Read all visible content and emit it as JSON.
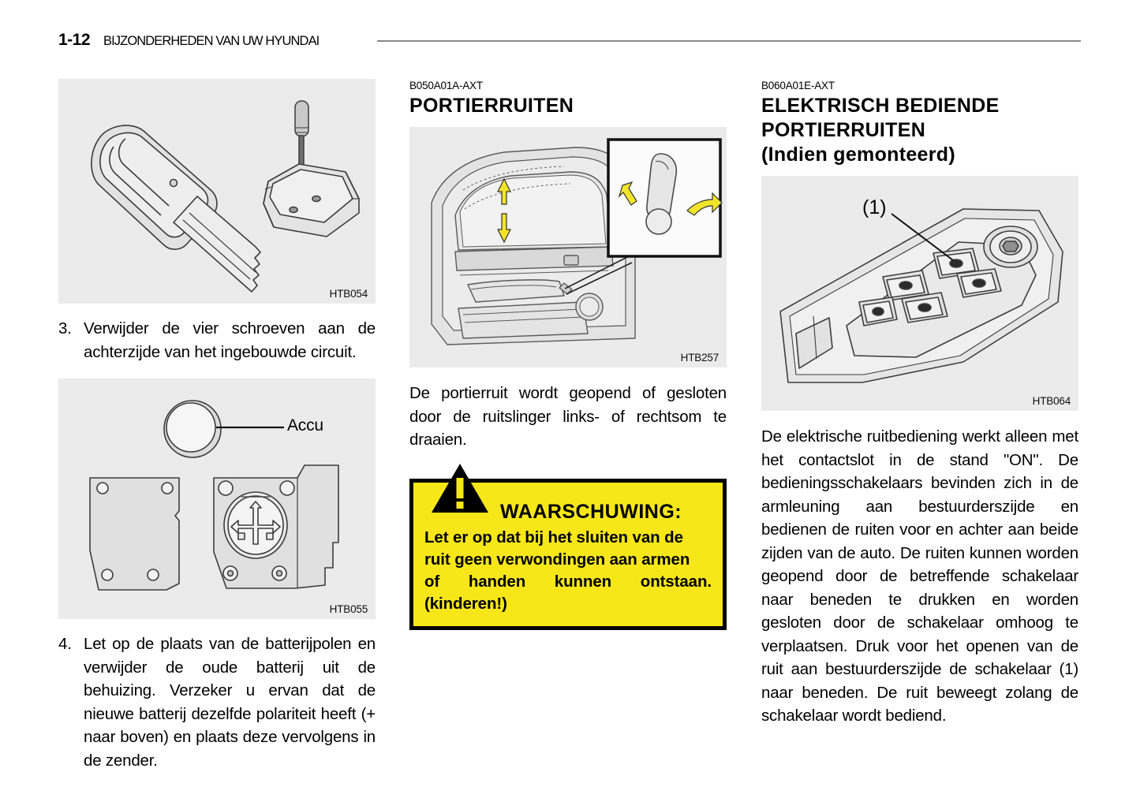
{
  "header": {
    "page_number": "1-12",
    "title": "BIJZONDERHEDEN VAN UW HYUNDAI"
  },
  "columns": {
    "left": {
      "figure_key": {
        "code": "HTB054",
        "alt": "sleutel-en-zender-illustratie"
      },
      "step_3": {
        "marker": "3.",
        "text": "Verwijder de vier schroeven aan de achterzijde van het ingebouwde circuit."
      },
      "figure_battery": {
        "code": "HTB055",
        "label": "Accu",
        "alt": "accu-en-zenderbehuizing-illustratie"
      },
      "step_4": {
        "marker": "4.",
        "text": "Let op de plaats van de batterijpolen en verwijder de oude batterij uit de behuizing. Verzeker u ervan dat de nieuwe batterij dezelfde polariteit heeft (+ naar boven) en plaats deze vervolgens in de zender."
      }
    },
    "middle": {
      "section_code": "B050A01A-AXT",
      "section_title": "PORTIERRUITEN",
      "figure_door": {
        "code": "HTB257",
        "alt": "portier-met-ruitslinger-illustratie"
      },
      "paragraph": "De portierruit wordt geopend of gesloten door de ruitslinger links- of rechtsom te draaien.",
      "warning": {
        "heading": "WAARSCHUWING:",
        "line1": "Let er op dat bij het sluiten van de",
        "line2": "ruit geen verwondingen aan armen",
        "line3": "of handen kunnen ontstaan.",
        "line4": "(kinderen!)",
        "bg_color": "#f7e718",
        "border_color": "#000000"
      }
    },
    "right": {
      "section_code": "B060A01E-AXT",
      "section_title_line1": "ELEKTRISCH  BEDIENDE",
      "section_title_line2": "PORTIERRUITEN",
      "section_title_line3": "(Indien gemonteerd)",
      "figure_switches": {
        "code": "HTB064",
        "callout": "(1)",
        "alt": "elektrische-ruitbedieningsschakelaars-illustratie"
      },
      "paragraph": "De elektrische ruitbediening werkt alleen met het contactslot in de stand \"ON\". De bedieningsschakelaars bevinden zich in de armleuning aan bestuurderszijde en bedienen de ruiten voor en achter aan beide zijden van de auto. De ruiten kunnen worden geopend door de betreffende schakelaar naar beneden te drukken en worden gesloten door de schakelaar omhoog te verplaatsen. Druk voor het openen van de ruit aan bestuurderszijde de schakelaar (1) naar beneden. De ruit beweegt zolang de schakelaar wordt bediend."
    }
  },
  "palette": {
    "figure_background": "#ebebeb",
    "rule_color": "#8a8a8a",
    "warning_yellow": "#f7e718",
    "line_art": "#3a3a3a",
    "arrow_yellow": "#f2e42a"
  }
}
